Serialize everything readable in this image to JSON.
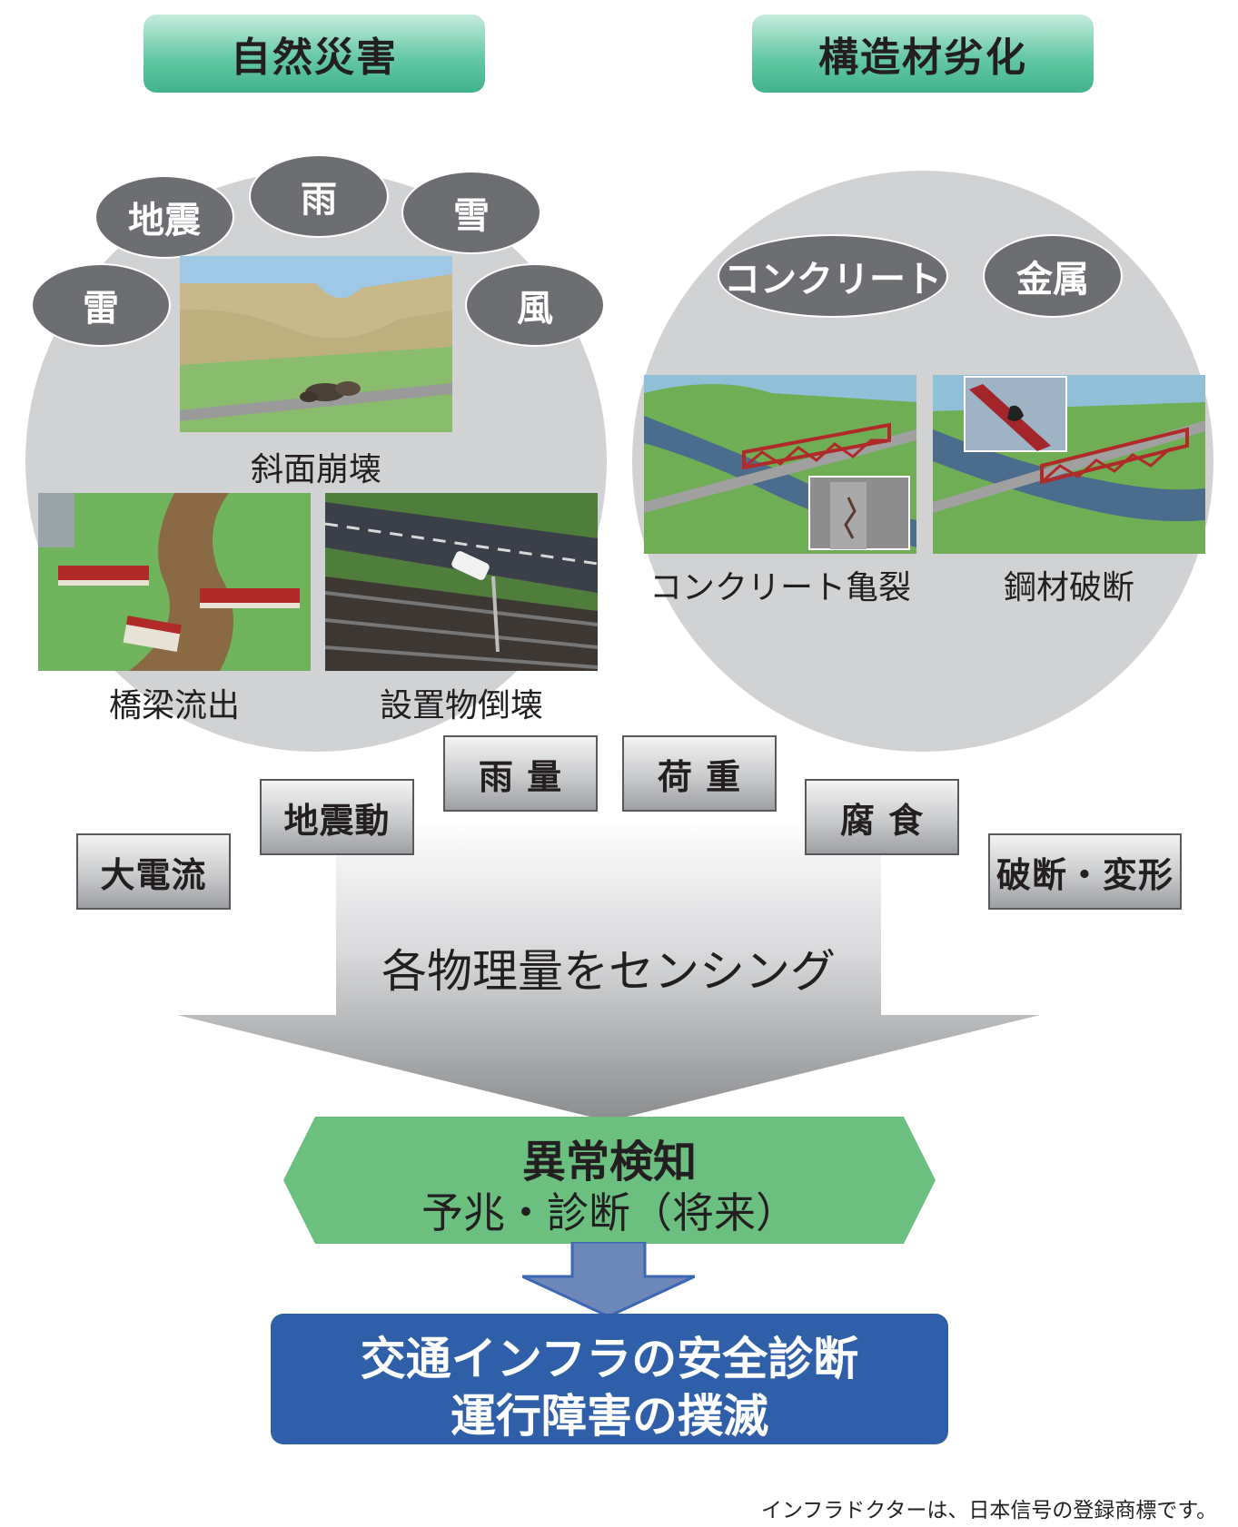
{
  "headers": {
    "natural_disaster": "自然災害",
    "structural_degradation": "構造材劣化"
  },
  "disaster_ovals": {
    "earthquake": "地震",
    "rain": "雨",
    "snow": "雪",
    "thunder": "雷",
    "wind": "風"
  },
  "material_ovals": {
    "concrete": "コンクリート",
    "metal": "金属"
  },
  "photo_captions": {
    "slope_collapse": "斜面崩壊",
    "bridge_washout": "橋梁流出",
    "installation_collapse": "設置物倒壊",
    "concrete_crack": "コンクリート亀裂",
    "steel_fracture": "鋼材破断"
  },
  "sensors": {
    "large_current": "大電流",
    "seismic_motion": "地震動",
    "rainfall": "雨 量",
    "load": "荷 重",
    "corrosion": "腐 食",
    "fracture_deformation": "破断・変形"
  },
  "arrow_label": "各物理量をセンシング",
  "detection": {
    "title": "異常検知",
    "subtitle": "予兆・診断（将来）"
  },
  "goal": {
    "line1": "交通インフラの安全診断",
    "line2": "運行障害の撲滅"
  },
  "footnote": "インフラドクターは、日本信号の登録商標です。",
  "colors": {
    "header_green": "#4dbd96",
    "oval_gray": "#6d6e71",
    "circle_gray": "#d1d2d4",
    "hex_green": "#6cc07f",
    "goal_blue": "#2e5fa8",
    "arrow_blue": "#6c87b8"
  }
}
